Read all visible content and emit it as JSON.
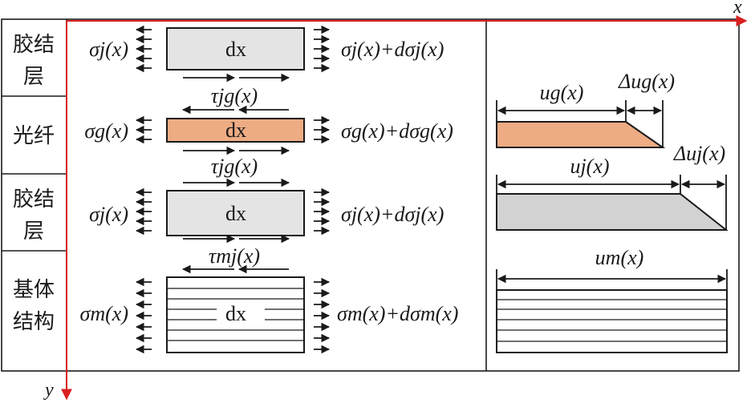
{
  "axes": {
    "x_label": "x",
    "y_label": "y"
  },
  "layers": [
    {
      "label": "胶结层",
      "line1": "胶结",
      "line2": "层"
    },
    {
      "label": "光纤",
      "line1": "光纤"
    },
    {
      "label": "胶结层",
      "line1": "胶结",
      "line2": "层"
    },
    {
      "label": "基体结构",
      "line1": "基体",
      "line2": "结构"
    }
  ],
  "elements": [
    {
      "left": "σj(x)",
      "right": "σj(x)+dσj(x)",
      "center": "dx"
    },
    {
      "left": "σg(x)",
      "right": "σg(x)+dσg(x)",
      "center": "dx"
    },
    {
      "left": "σj(x)",
      "right": "σj(x)+dσj(x)",
      "center": "dx"
    },
    {
      "left": "σm(x)",
      "right": "σm(x)+dσm(x)",
      "center": "dx"
    }
  ],
  "shear": [
    "τjg(x)",
    "τjg(x)",
    "τmj(x)"
  ],
  "displacements": {
    "ug": "ug(x)",
    "dug": "Δug(x)",
    "uj": "uj(x)",
    "duj": "Δuj(x)",
    "um": "um(x)"
  },
  "colors": {
    "fiber": "#EDAC84",
    "adhesive": "#E4E4E4",
    "adhesive_right": "#D2D2D2",
    "axis": "#D8201F",
    "line": "#1A1A1A"
  }
}
